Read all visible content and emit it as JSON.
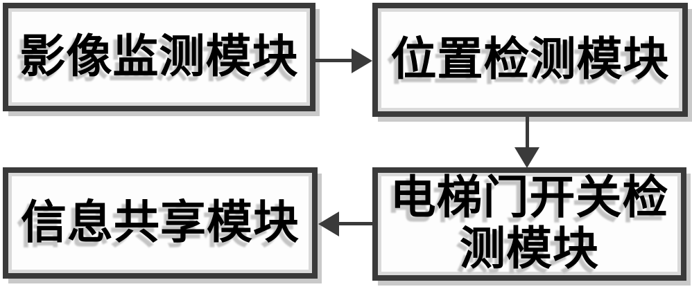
{
  "diagram": {
    "type": "flowchart",
    "boxes": [
      {
        "id": "image-monitoring-module",
        "label": "影像监测模块"
      },
      {
        "id": "position-detection-module",
        "label": "位置检测模块"
      },
      {
        "id": "elevator-door-switch-detection-module",
        "label": "电梯门开关检测模块"
      },
      {
        "id": "information-sharing-module",
        "label": "信息共享模块"
      }
    ],
    "connections": [
      {
        "from": "影像监测模块",
        "to": "位置检测模块",
        "direction": "right"
      },
      {
        "from": "位置检测模块",
        "to": "电梯门开关检测模块",
        "direction": "down"
      },
      {
        "from": "电梯门开关检测模块",
        "to": "信息共享模块",
        "direction": "left"
      }
    ],
    "colors": {
      "border": "#3a3a3a",
      "line": "#3a3a3a",
      "text": "#000000",
      "text_shadow": "#c4c4c4",
      "box_shadow": "#c9c9c9",
      "inner_rim": "#dadada",
      "box_background": "#fdfdfd",
      "background": "#ffffff"
    }
  }
}
